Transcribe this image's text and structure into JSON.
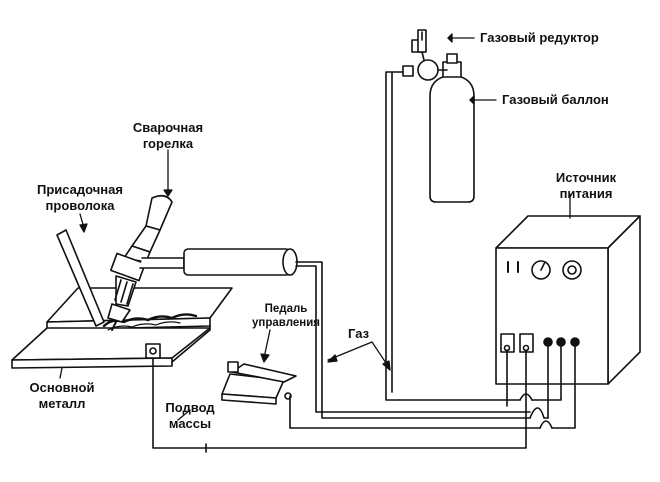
{
  "labels": {
    "gas_regulator": "Газовый редуктор",
    "gas_cylinder": "Газовый баллон",
    "torch_line1": "Сварочная",
    "torch_line2": "горелка",
    "filler_line1": "Присадочная",
    "filler_line2": "проволока",
    "power_line1": "Источник",
    "power_line2": "питания",
    "pedal_line1": "Педаль",
    "pedal_line2": "управления",
    "gas": "Газ",
    "base_line1": "Основной",
    "base_line2": "металл",
    "ground_line1": "Подвод",
    "ground_line2": "массы"
  },
  "colors": {
    "stroke": "#111111",
    "background": "#ffffff"
  }
}
